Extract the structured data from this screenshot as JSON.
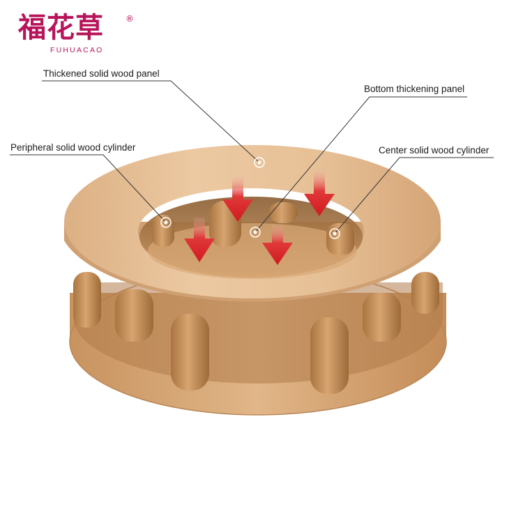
{
  "logo": {
    "name": "福花草",
    "registered_mark": "®",
    "latin": "FUHUACAO",
    "color": "#b8145a"
  },
  "callouts": [
    {
      "id": "thickened-solid-wood-panel",
      "text": "Thickened solid wood panel"
    },
    {
      "id": "bottom-thickening-panel",
      "text": "Bottom thickening panel"
    },
    {
      "id": "peripheral-solid-wood-cylinder",
      "text": "Peripheral solid wood cylinder"
    },
    {
      "id": "center-solid-wood-cylinder",
      "text": "Center solid wood cylinder"
    }
  ],
  "colors": {
    "wood_light": "#e8c49d",
    "wood_mid": "#d9ab7c",
    "wood_dark": "#b98556",
    "arrow_red": "#d9191f",
    "line": "#333333"
  }
}
